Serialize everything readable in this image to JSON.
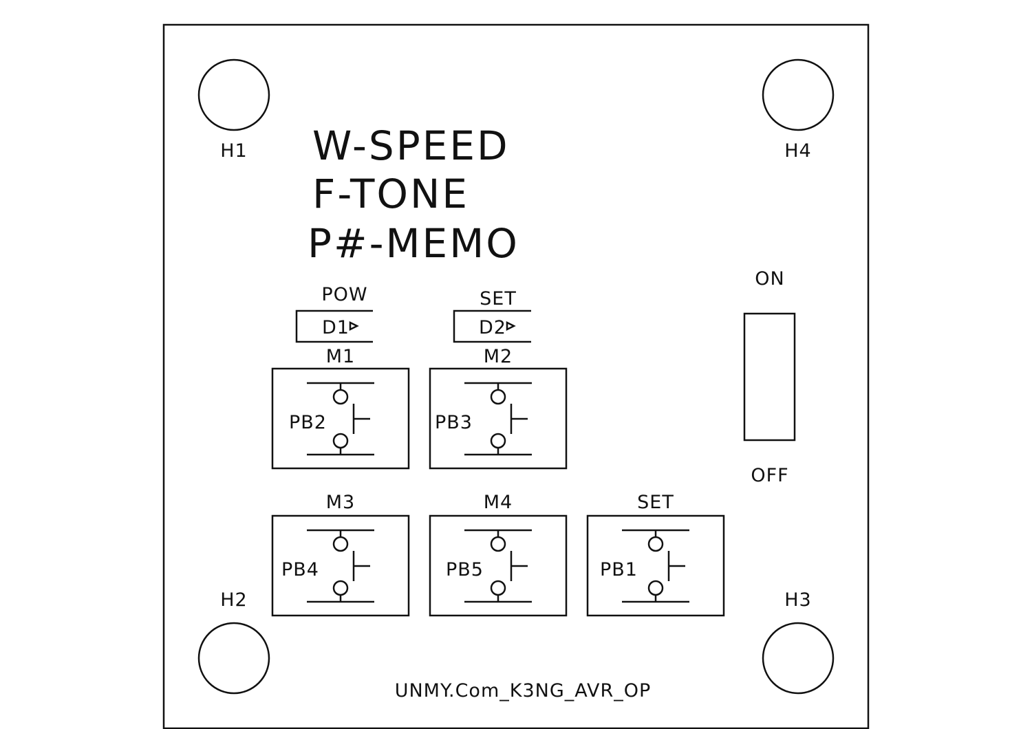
{
  "heading": {
    "line1": "W-SPEED",
    "line2": "F-TONE",
    "line3": "P#-MEMO"
  },
  "mounting_holes": [
    {
      "ref": "H1"
    },
    {
      "ref": "H4"
    },
    {
      "ref": "H2"
    },
    {
      "ref": "H3"
    }
  ],
  "leds": [
    {
      "ref": "D1",
      "label": "POW"
    },
    {
      "ref": "D2",
      "label": "SET"
    }
  ],
  "pushbuttons": [
    {
      "ref": "PB2",
      "label": "M1"
    },
    {
      "ref": "PB3",
      "label": "M2"
    },
    {
      "ref": "PB4",
      "label": "M3"
    },
    {
      "ref": "PB5",
      "label": "M4"
    },
    {
      "ref": "PB1",
      "label": "SET"
    }
  ],
  "switch": {
    "on_label": "ON",
    "off_label": "OFF"
  },
  "footer": {
    "board_name": "UNMY.Com_K3NG_AVR_OP"
  },
  "colors": {
    "ink": "#111111",
    "background": "#ffffff"
  }
}
